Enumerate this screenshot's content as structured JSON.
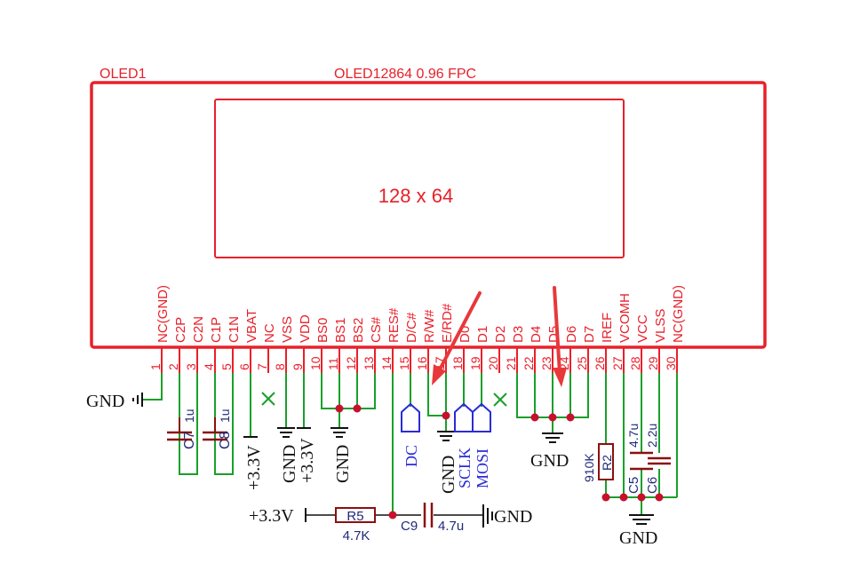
{
  "component": {
    "ref": "OLED1",
    "value": "OLED12864  0.96 FPC",
    "display_label": "128 x 64"
  },
  "pins": [
    {
      "num": "1",
      "name": "NC(GND)"
    },
    {
      "num": "2",
      "name": "C2P"
    },
    {
      "num": "3",
      "name": "C2N"
    },
    {
      "num": "4",
      "name": "C1P"
    },
    {
      "num": "5",
      "name": "C1N"
    },
    {
      "num": "6",
      "name": "VBAT"
    },
    {
      "num": "7",
      "name": "NC"
    },
    {
      "num": "8",
      "name": "VSS"
    },
    {
      "num": "9",
      "name": "VDD"
    },
    {
      "num": "10",
      "name": "BS0"
    },
    {
      "num": "11",
      "name": "BS1"
    },
    {
      "num": "12",
      "name": "BS2"
    },
    {
      "num": "13",
      "name": "CS#"
    },
    {
      "num": "14",
      "name": "RES#"
    },
    {
      "num": "15",
      "name": "D/C#"
    },
    {
      "num": "16",
      "name": "R/W#"
    },
    {
      "num": "17",
      "name": "E/RD#"
    },
    {
      "num": "18",
      "name": "D0"
    },
    {
      "num": "19",
      "name": "D1"
    },
    {
      "num": "20",
      "name": "D2"
    },
    {
      "num": "21",
      "name": "D3"
    },
    {
      "num": "22",
      "name": "D4"
    },
    {
      "num": "23",
      "name": "D5"
    },
    {
      "num": "24",
      "name": "D6"
    },
    {
      "num": "25",
      "name": "D7"
    },
    {
      "num": "26",
      "name": "IREF"
    },
    {
      "num": "27",
      "name": "VCOMH"
    },
    {
      "num": "28",
      "name": "VCC"
    },
    {
      "num": "29",
      "name": "VLSS"
    },
    {
      "num": "30",
      "name": "NC(GND)"
    }
  ],
  "nets": {
    "gnd": "GND",
    "v33": "+3.3V",
    "dc": "DC",
    "sclk": "SCLK",
    "mosi": "MOSI"
  },
  "parts": {
    "c7": {
      "ref": "C7",
      "value": "1u"
    },
    "c8": {
      "ref": "C8",
      "value": "1u"
    },
    "r5": {
      "ref": "R5",
      "value": "4.7K"
    },
    "c9": {
      "ref": "C9",
      "value": "4.7u"
    },
    "r2": {
      "ref": "R2",
      "value": "910K"
    },
    "c5": {
      "ref": "C5",
      "value": "4.7u"
    },
    "c6": {
      "ref": "C6",
      "value": "2.2u"
    }
  },
  "colors": {
    "body": "#e8202a",
    "wire": "#19a02a",
    "net_label": "#2b2bd6",
    "part_text": "#1f2a78"
  }
}
